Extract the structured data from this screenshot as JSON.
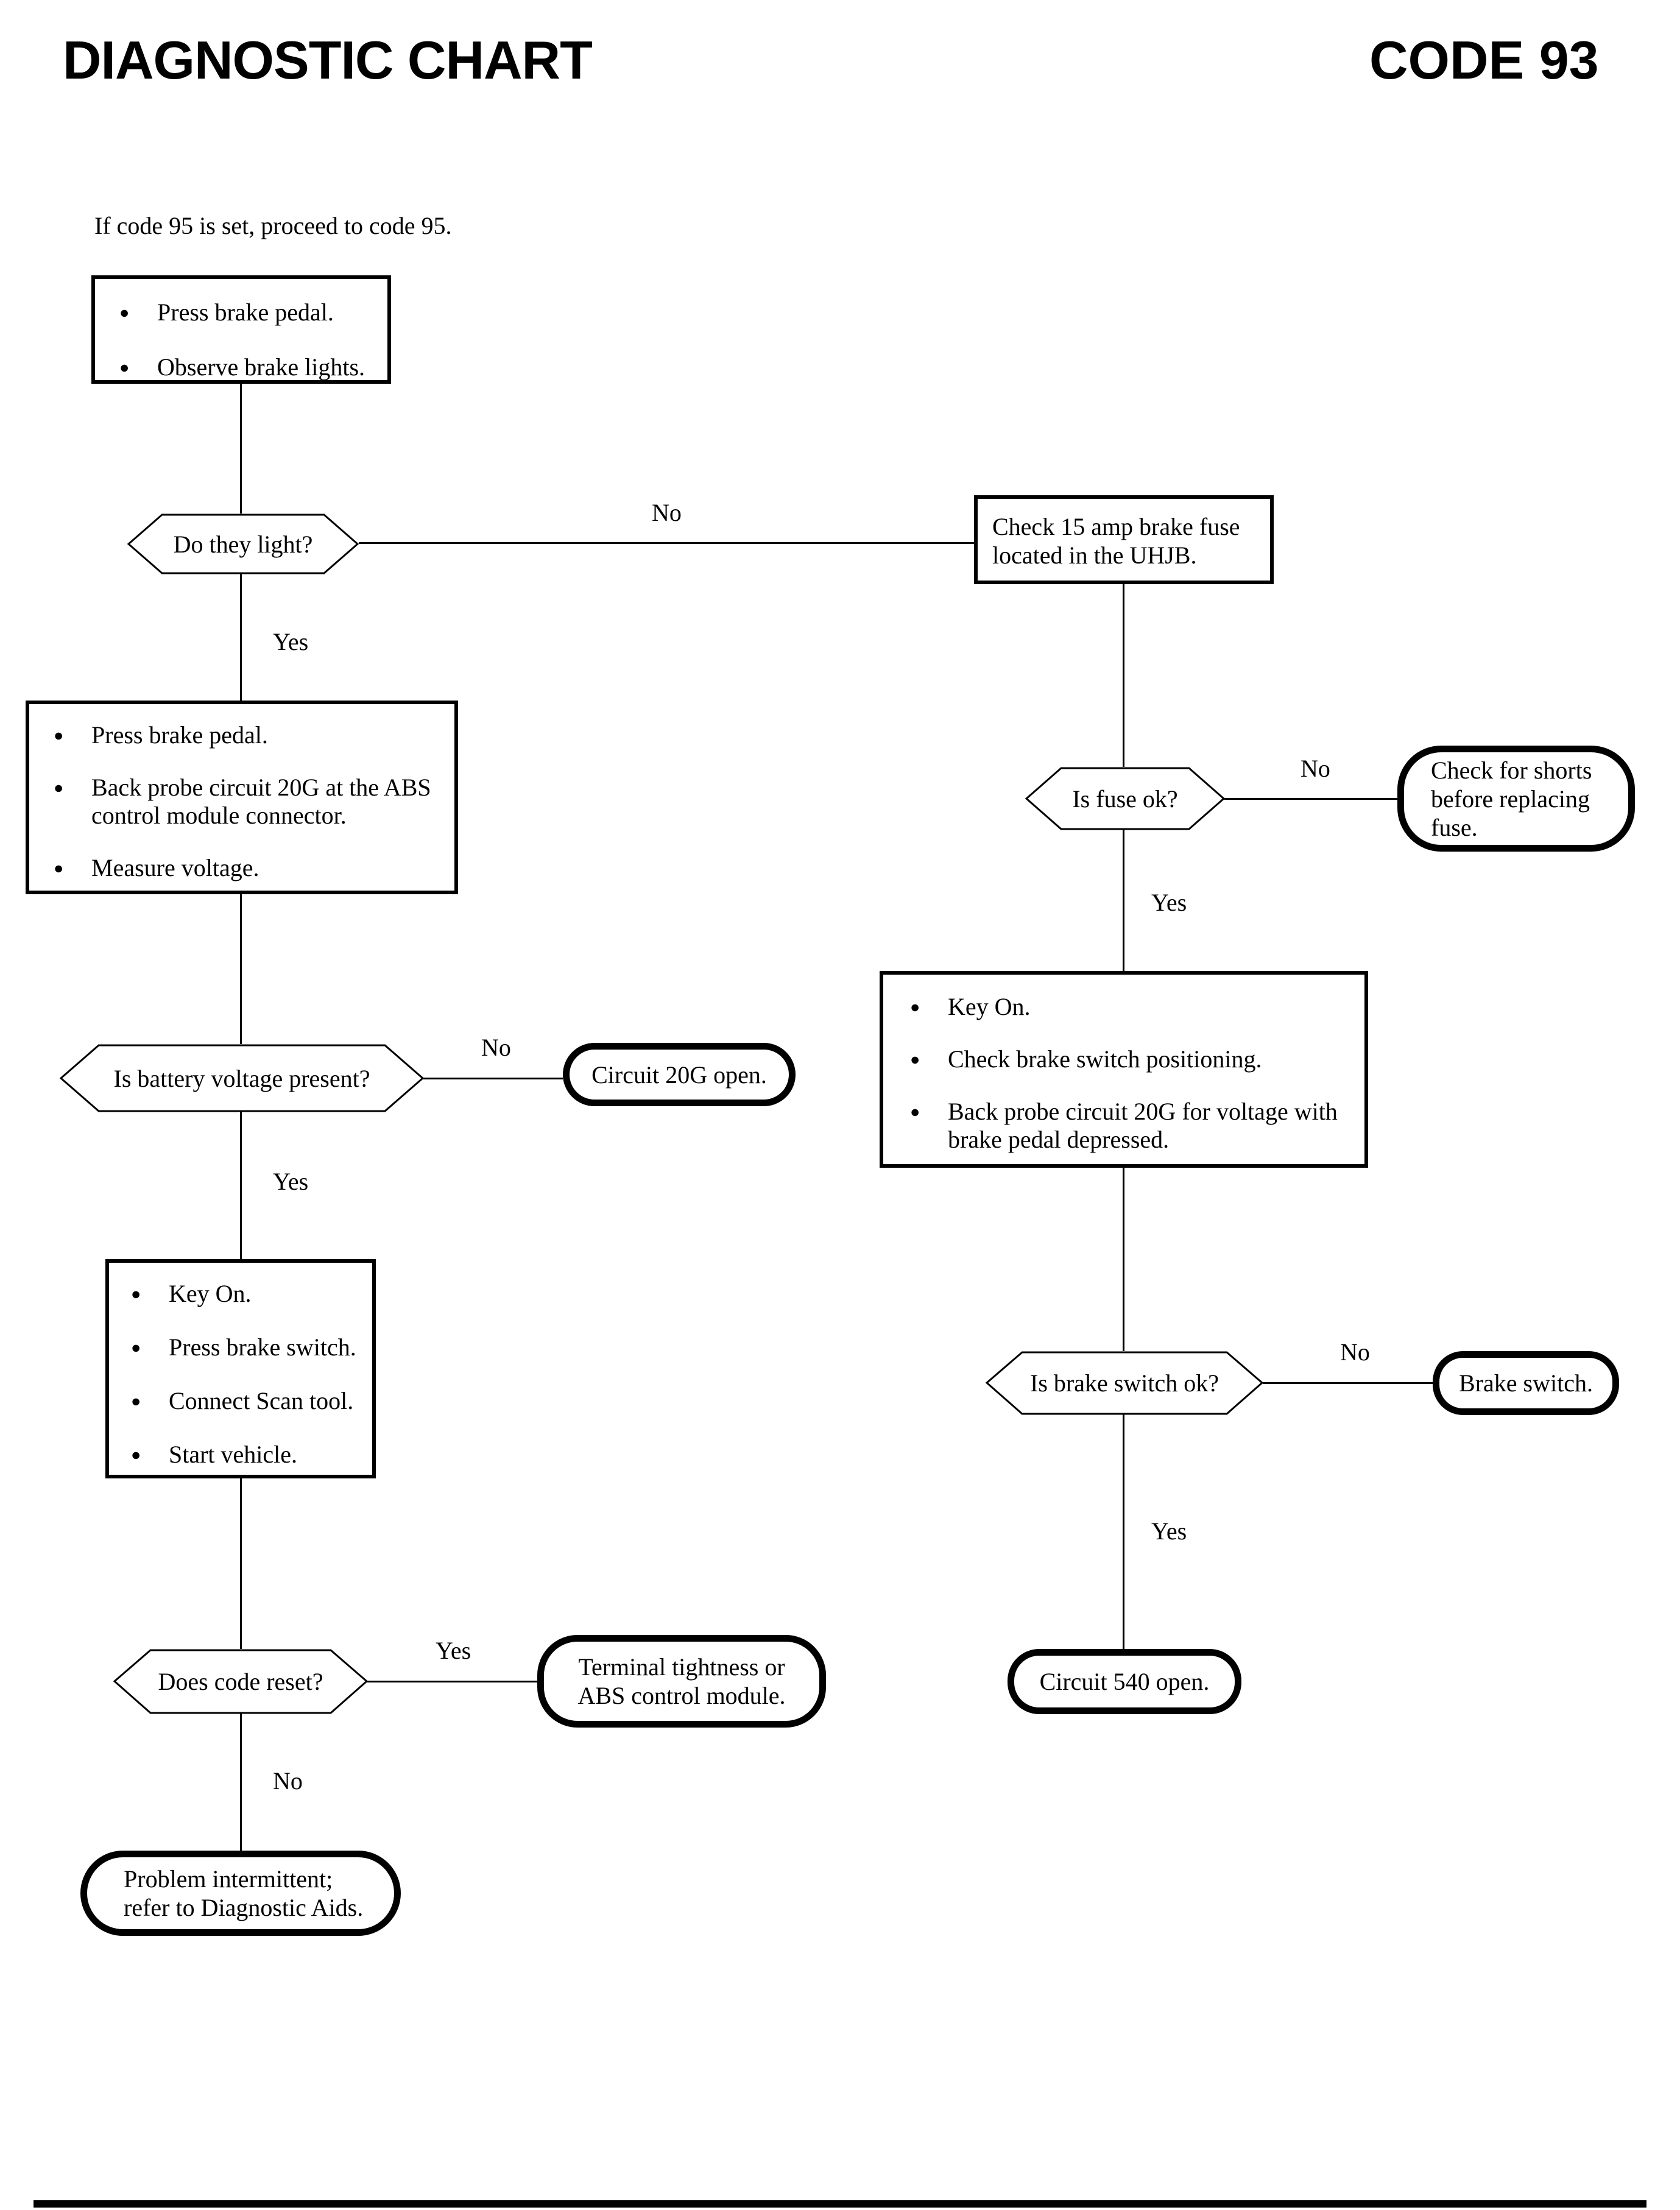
{
  "header": {
    "title": "DIAGNOSTIC CHART",
    "code": "CODE 93"
  },
  "note": "If code 95 is set, proceed to code 95.",
  "branch_labels": {
    "yes": "Yes",
    "no": "No"
  },
  "left": {
    "box_brake_lights": {
      "item1": "Press brake pedal.",
      "item2": "Observe brake lights."
    },
    "decision_do_they_light": "Do they light?",
    "box_back_probe": {
      "item1": "Press brake pedal.",
      "item2_line1": "Back probe circuit 20G at the ABS",
      "item2_line2": "control module connector.",
      "item3": "Measure voltage."
    },
    "decision_battery_voltage": "Is battery voltage present?",
    "terminal_circuit_20g": "Circuit 20G open.",
    "box_scan_tool": {
      "item1": "Key On.",
      "item2": "Press brake switch.",
      "item3": "Connect Scan tool.",
      "item4": "Start vehicle."
    },
    "decision_code_reset": "Does code reset?",
    "terminal_terminal_tightness": {
      "line1": "Terminal tightness or",
      "line2": "ABS control module."
    },
    "terminal_intermittent": {
      "line1": "Problem intermittent;",
      "line2": "refer to Diagnostic Aids."
    }
  },
  "right": {
    "box_check_fuse": {
      "line1": "Check 15 amp brake fuse",
      "line2": "located in the UHJB."
    },
    "decision_fuse_ok": "Is fuse ok?",
    "terminal_check_shorts": {
      "line1": "Check for shorts",
      "line2": "before replacing",
      "line3": "fuse."
    },
    "box_brake_switch_check": {
      "item1": "Key On.",
      "item2": "Check brake switch positioning.",
      "item3_line1": "Back probe circuit 20G for voltage with",
      "item3_line2": "brake pedal depressed."
    },
    "decision_brake_switch_ok": "Is brake switch ok?",
    "terminal_brake_switch": "Brake switch.",
    "terminal_circuit_540": "Circuit 540 open."
  }
}
